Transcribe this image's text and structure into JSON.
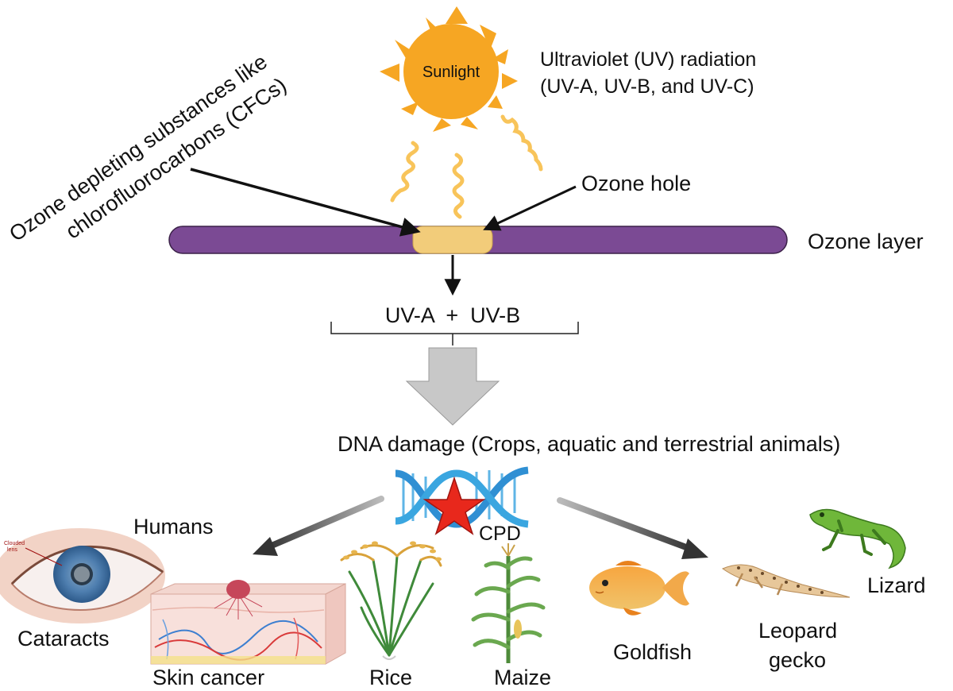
{
  "labels": {
    "cfc_line1": "Ozone depleting substances like",
    "cfc_line2": "chlorofluorocarbons (CFCs)",
    "sunlight": "Sunlight",
    "uv_line1": "Ultraviolet (UV) radiation",
    "uv_line2": "(UV-A, UV-B, and UV-C)",
    "ozone_hole": "Ozone hole",
    "ozone_layer": "Ozone layer",
    "uv_ab": "UV-A  +  UV-B",
    "dna_damage": "DNA damage (Crops, aquatic and terrestrial animals)",
    "cpd": "CPD",
    "humans": "Humans",
    "clouded_lens_1": "Clouded",
    "clouded_lens_2": "lens",
    "cataracts": "Cataracts",
    "skin_cancer": "Skin cancer",
    "rice": "Rice",
    "maize": "Maize",
    "goldfish": "Goldfish",
    "leopard_gecko_1": "Leopard",
    "leopard_gecko_2": "gecko",
    "lizard": "Lizard"
  },
  "colors": {
    "sun": "#F6A623",
    "ray": "#F8C45A",
    "ozone_layer": "#7B4A94",
    "ozone_hole": "#F2CC7A",
    "big_arrow": "#C8C8C8",
    "dna_blue": "#2F8FD3",
    "star": "#E8281C",
    "arrow_dark": "#333333"
  },
  "icons": [
    "sun-icon",
    "uv-ray-icon",
    "dna-helix-icon",
    "damage-star-icon",
    "eye-icon",
    "skin-icon",
    "rice-plant-icon",
    "maize-plant-icon",
    "goldfish-icon",
    "gecko-icon",
    "lizard-icon"
  ]
}
